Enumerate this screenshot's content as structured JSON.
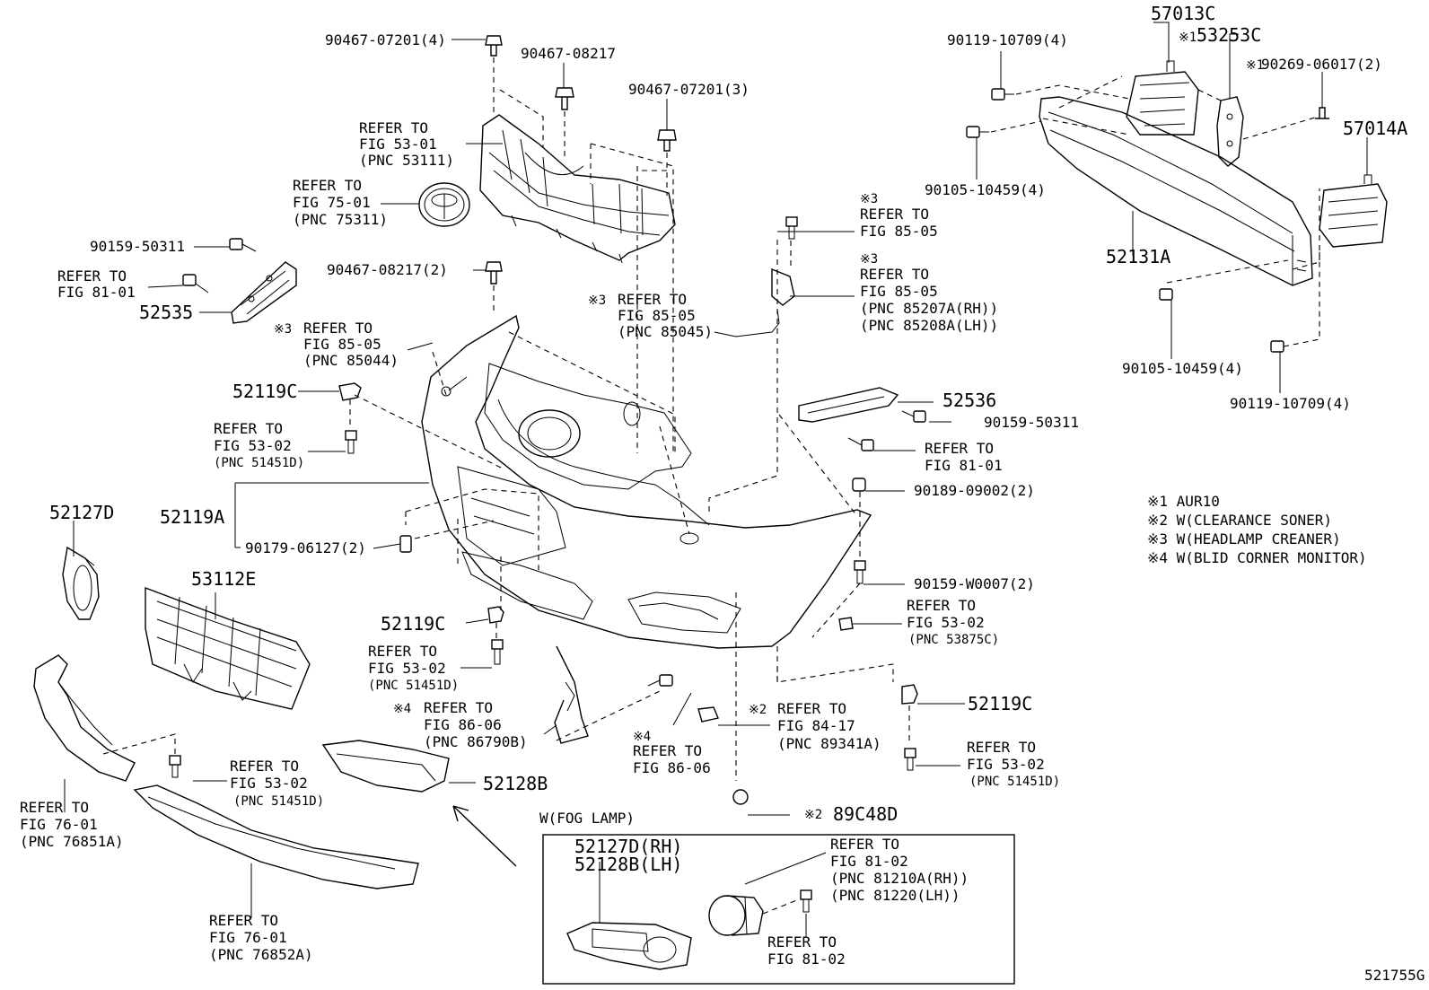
{
  "diagram_id": "521755G",
  "labels": {
    "b_90467_07201_4": "90467-07201(4)",
    "b_90467_08217": "90467-08217",
    "b_90467_07201_3": "90467-07201(3)",
    "grille_ref": [
      "REFER TO",
      "FIG 53-01",
      "(PNC 53111)"
    ],
    "emblem_ref": [
      "REFER TO",
      "FIG 75-01",
      "(PNC 75311)"
    ],
    "b_90159_50311_l": "90159-50311",
    "ref_81_01_l": [
      "REFER TO",
      "FIG 81-01"
    ],
    "p_52535": "52535",
    "b_90467_08217_2": "90467-08217(2)",
    "ref_85044": [
      "REFER TO",
      "FIG 85-05",
      "(PNC 85044)"
    ],
    "ref_85044_mark": "※3",
    "ref_85045": [
      "REFER TO",
      "FIG 85-05",
      "(PNC 85045)"
    ],
    "ref_85045_mark": "※3",
    "ref_85_05_a": [
      "REFER TO",
      "FIG 85-05"
    ],
    "ref_85_05_a_mark": "※3",
    "ref_85_05_b": [
      "REFER TO",
      "FIG 85-05",
      "(PNC 85207A(RH))",
      "(PNC 85208A(LH))"
    ],
    "ref_85_05_b_mark": "※3",
    "p_52119C_top": "52119C",
    "ref_53_02_a": [
      "REFER TO",
      "FIG 53-02",
      "(PNC 51451D)"
    ],
    "p_52119A": "52119A",
    "b_90179_06127_2": "90179-06127(2)",
    "p_52127D": "52127D",
    "p_53112E": "53112E",
    "p_52119C_mid": "52119C",
    "ref_53_02_b": [
      "REFER TO",
      "FIG 53-02",
      "(PNC 51451D)"
    ],
    "ref_86_06_a": [
      "REFER TO",
      "FIG 86-06",
      "(PNC 86790B)"
    ],
    "ref_86_06_a_mark": "※4",
    "ref_86_06_b": [
      "REFER TO",
      "FIG 86-06"
    ],
    "ref_86_06_b_mark": "※4",
    "ref_84_17": [
      "REFER TO",
      "FIG 84-17",
      "(PNC 89341A)"
    ],
    "ref_84_17_mark": "※2",
    "p_89C48D": "89C48D",
    "p_89C48D_mark": "※2",
    "p_52536": "52536",
    "b_90159_50311_r": "90159-50311",
    "ref_81_01_r": [
      "REFER TO",
      "FIG 81-01"
    ],
    "b_90189_09002_2": "90189-09002(2)",
    "b_90159_W0007_2": "90159-W0007(2)",
    "ref_53875C": [
      "REFER TO",
      "FIG 53-02",
      "(PNC 53875C)"
    ],
    "p_52119C_right": "52119C",
    "ref_53_02_c": [
      "REFER TO",
      "FIG 53-02",
      "(PNC 51451D)"
    ],
    "ref_53_02_d": [
      "REFER TO",
      "FIG 53-02",
      "(PNC 51451D)"
    ],
    "p_52128B": "52128B",
    "ref_76851A": [
      "REFER TO",
      "FIG 76-01",
      "(PNC 76851A)"
    ],
    "ref_76852A": [
      "REFER TO",
      "FIG 76-01",
      "(PNC 76852A)"
    ],
    "fog_box_title": "W(FOG LAMP)",
    "fog_parts": [
      "52127D(RH)",
      "52128B(LH)"
    ],
    "ref_81210A": [
      "REFER TO",
      "FIG 81-02",
      "(PNC 81210A(RH))",
      "(PNC 81220(LH))"
    ],
    "ref_81_02": [
      "REFER TO",
      "FIG 81-02"
    ],
    "b_90119_10709_4_top": "90119-10709(4)",
    "p_57013C": "57013C",
    "p_53253C": "53253C",
    "p_53253C_mark": "※1",
    "b_90269_06017_2": "90269-06017(2)",
    "b_90269_06017_2_mark": "※1",
    "p_57014A": "57014A",
    "b_90105_10459_4_top": "90105-10459(4)",
    "p_52131A": "52131A",
    "b_90105_10459_4_bot": "90105-10459(4)",
    "b_90119_10709_4_bot": "90119-10709(4)"
  },
  "notes": [
    "※1 AUR10",
    "※2 W(CLEARANCE SONER)",
    "※3 W(HEADLAMP CREANER)",
    "※4 W(BLID CORNER MONITOR)"
  ]
}
